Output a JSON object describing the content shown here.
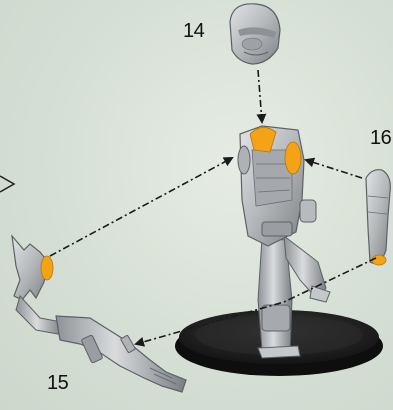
{
  "labels": {
    "part_14": "14",
    "part_15": "15",
    "part_16": "16"
  },
  "colors": {
    "background": "#d8e0d8",
    "metal": "#b9bcbf",
    "glue_point": "#f2a416",
    "base": "#2b2b2b",
    "arrow": "#1a1a1a"
  },
  "icons": {
    "head": "helmet-head-part",
    "torso": "armored-torso-part",
    "arm_right": "right-arm-part",
    "arm_left_gun": "left-arm-with-rifle-part",
    "base": "round-base"
  }
}
